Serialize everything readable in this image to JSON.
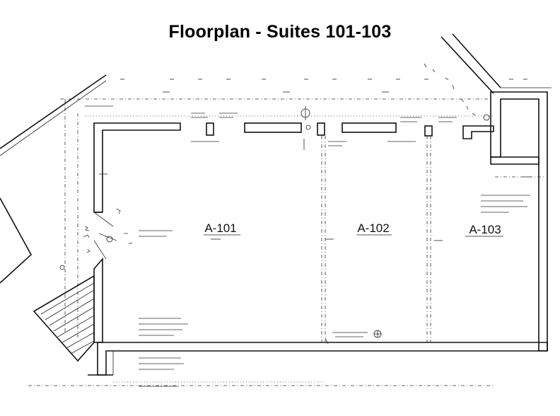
{
  "title": "Floorplan - Suites 101-103",
  "suites": [
    {
      "label": "A-101"
    },
    {
      "label": "A-102"
    },
    {
      "label": "A-103"
    }
  ],
  "colors": {
    "ink": "#111111",
    "paper": "#ffffff"
  }
}
